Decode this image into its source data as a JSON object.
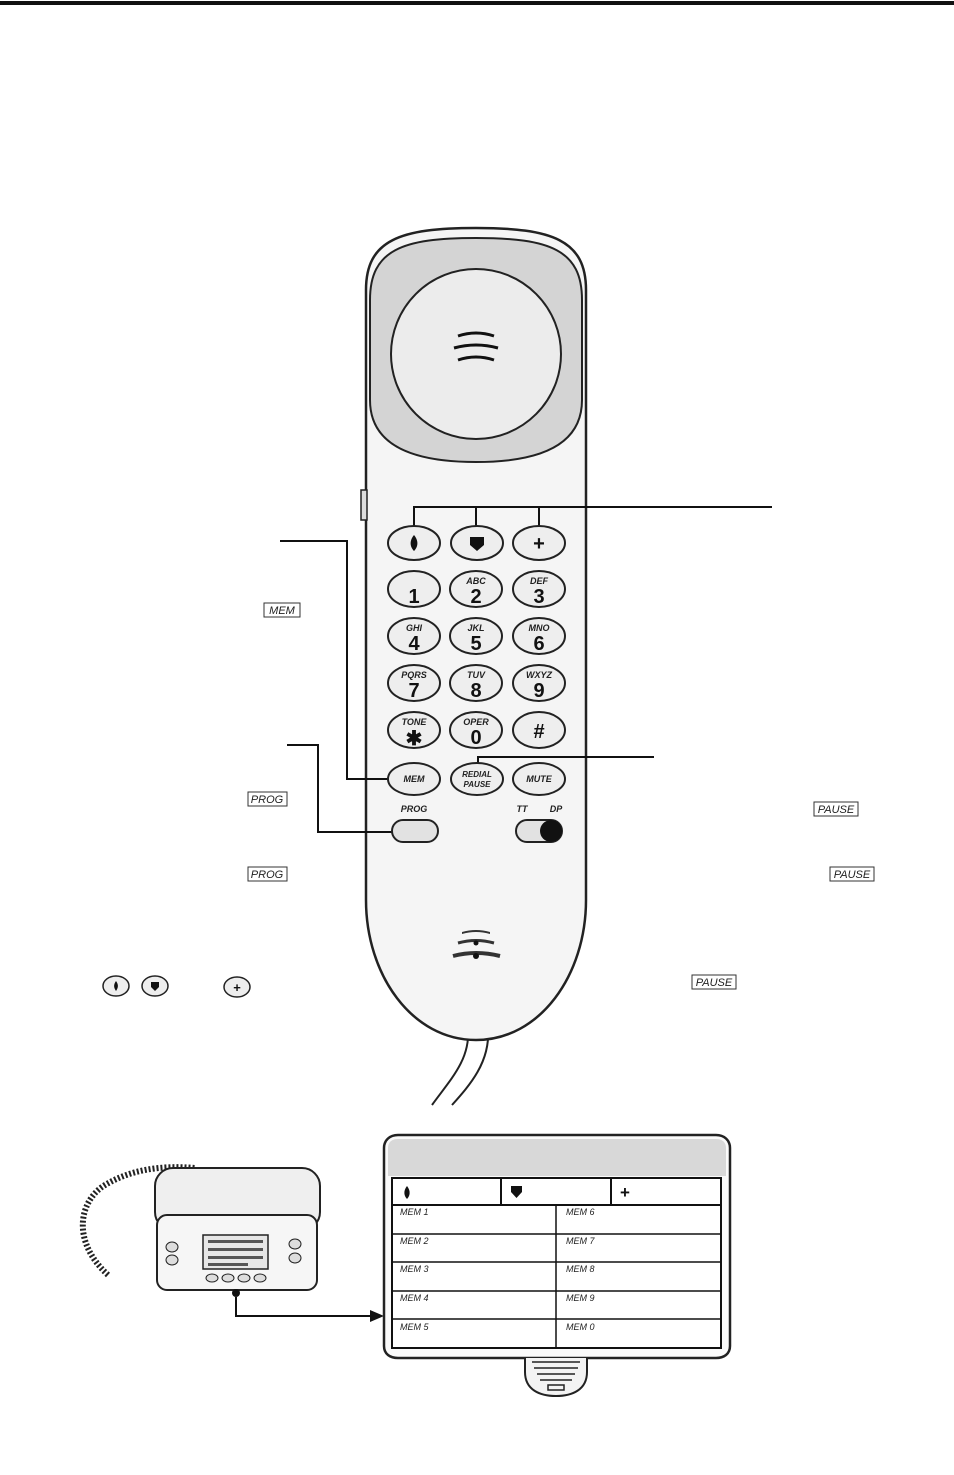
{
  "keys": {
    "k1": {
      "letters": "",
      "digit": "1"
    },
    "k2": {
      "letters": "ABC",
      "digit": "2"
    },
    "k3": {
      "letters": "DEF",
      "digit": "3"
    },
    "k4": {
      "letters": "GHI",
      "digit": "4"
    },
    "k5": {
      "letters": "JKL",
      "digit": "5"
    },
    "k6": {
      "letters": "MNO",
      "digit": "6"
    },
    "k7": {
      "letters": "PQRS",
      "digit": "7"
    },
    "k8": {
      "letters": "TUV",
      "digit": "8"
    },
    "k9": {
      "letters": "WXYZ",
      "digit": "9"
    },
    "star": {
      "letters": "TONE",
      "digit": "✱"
    },
    "zero": {
      "letters": "OPER",
      "digit": "0"
    },
    "hash": {
      "letters": "",
      "digit": "#"
    }
  },
  "buttons": {
    "mem": "MEM",
    "redial_line1": "REDIAL",
    "redial_line2": "PAUSE",
    "mute": "MUTE",
    "prog": "PROG",
    "tt": "TT",
    "dp": "DP",
    "plus": "+"
  },
  "callouts": {
    "mem_tag": "MEM",
    "prog_tag_1": "PROG",
    "prog_tag_2": "PROG",
    "pause_tag_1": "PAUSE",
    "pause_tag_2": "PAUSE",
    "pause_tag_3": "PAUSE",
    "inline_plus": "+"
  },
  "directory_card": {
    "plus": "+",
    "left_entries": [
      "MEM 1",
      "MEM 2",
      "MEM 3",
      "MEM 4",
      "MEM 5"
    ],
    "right_entries": [
      "MEM 6",
      "MEM 7",
      "MEM 8",
      "MEM 9",
      "MEM 0"
    ]
  },
  "colors": {
    "line": "#1a1a1a",
    "body_fill": "#f4f4f4",
    "shade": "#dcdcdc",
    "dark": "#111111"
  }
}
